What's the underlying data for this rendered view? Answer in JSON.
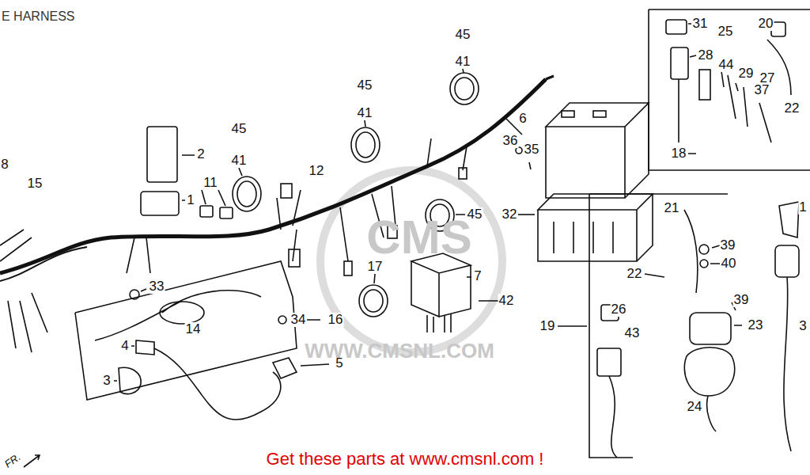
{
  "diagram": {
    "title": "E HARNESS",
    "caption": "Get these parts at www.cmsnl.com !",
    "labels": [
      "8",
      "15",
      "2",
      "1",
      "11",
      "45",
      "41",
      "12",
      "45",
      "41",
      "45",
      "41",
      "6",
      "36",
      "35",
      "45",
      "32",
      "17",
      "7",
      "42",
      "33",
      "14",
      "34",
      "16",
      "4",
      "5",
      "3",
      "31",
      "25",
      "20",
      "28",
      "44",
      "29",
      "27",
      "37",
      "22",
      "18",
      "21",
      "39",
      "40",
      "22",
      "39",
      "26",
      "23",
      "43",
      "19",
      "24",
      "1",
      "3",
      "FR.",
      "WWW.CMSNL.COM",
      "CMS"
    ]
  }
}
